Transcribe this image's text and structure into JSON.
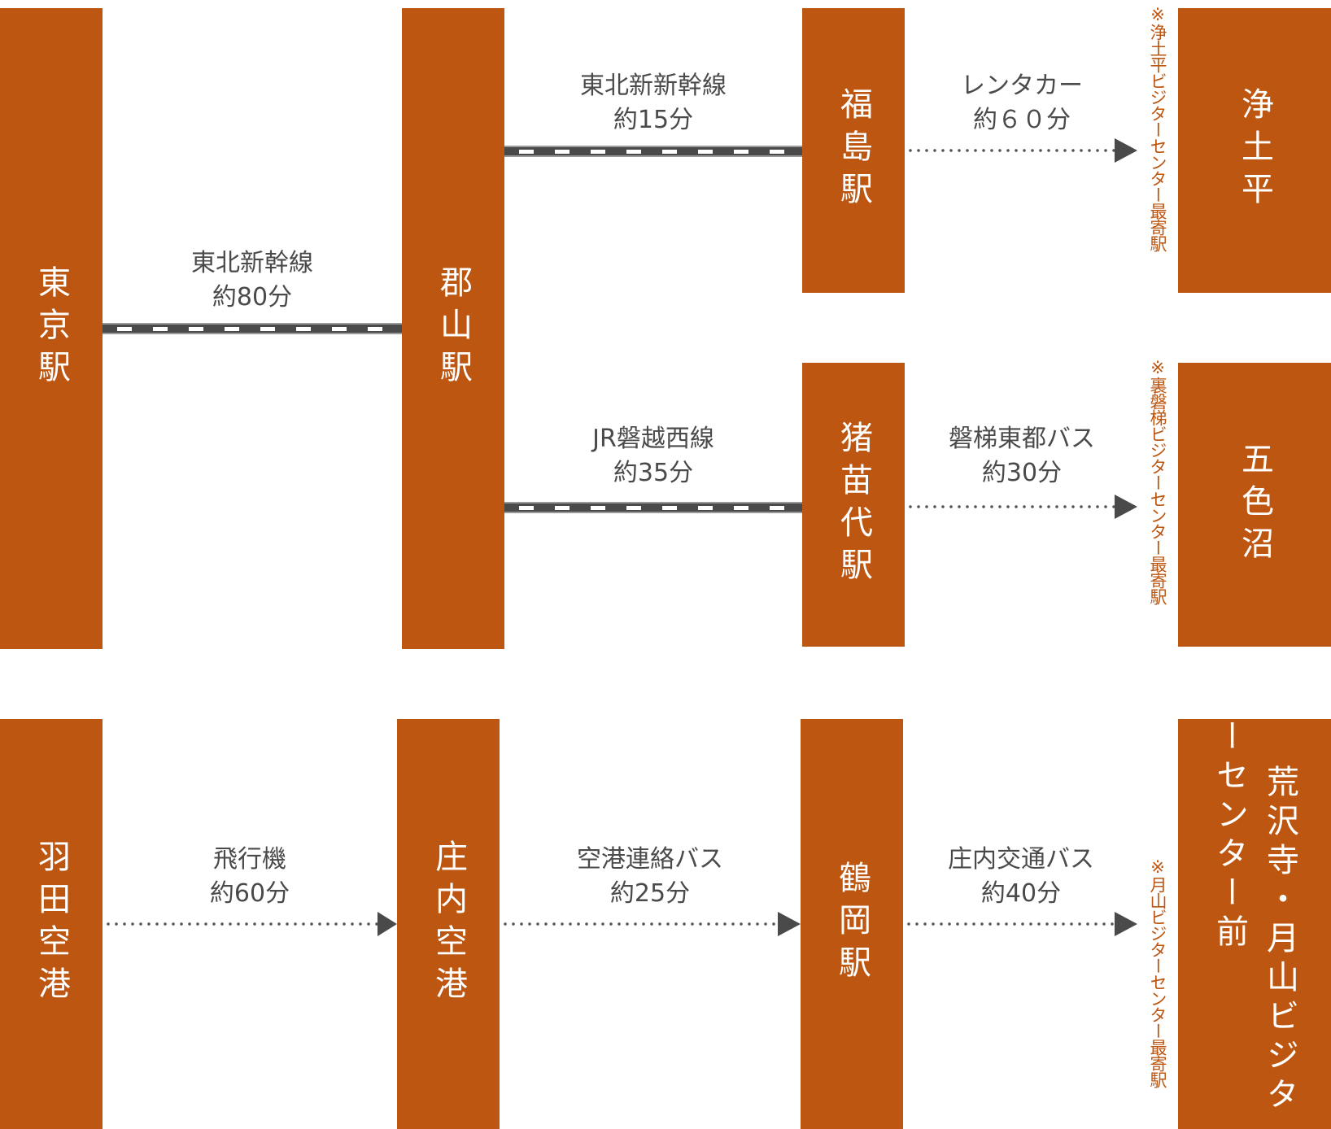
{
  "colors": {
    "box": "#bc5610",
    "line": "#4a4a4a",
    "note": "#bc5610"
  },
  "stations": {
    "tokyo": "東京駅",
    "koriyama": "郡山駅",
    "fukushima": "福島駅",
    "jododaira": "浄土平",
    "inawashiro": "猪苗代駅",
    "goshikinuma": "五色沼",
    "haneda": "羽田空港",
    "shonai": "庄内空港",
    "tsuruoka": "鶴岡駅",
    "gassan_line1": "荒沢寺・月山",
    "gassan_line2": "ビジターセンター前"
  },
  "routes": {
    "tokyo_koriyama": {
      "mode": "東北新幹線",
      "time": "約80分",
      "style": "rail"
    },
    "koriyama_fukushima": {
      "mode": "東北新新幹線",
      "time": "約15分",
      "style": "rail"
    },
    "fukushima_jododaira": {
      "mode": "レンタカー",
      "time": "約６０分",
      "style": "dotted-arrow"
    },
    "koriyama_inawashiro": {
      "mode": "JR磐越西線",
      "time": "約35分",
      "style": "rail"
    },
    "inawashiro_goshikinuma": {
      "mode": "磐梯東都バス",
      "time": "約30分",
      "style": "dotted-arrow"
    },
    "haneda_shonai": {
      "mode": "飛行機",
      "time": "約60分",
      "style": "dotted-arrow"
    },
    "shonai_tsuruoka": {
      "mode": "空港連絡バス",
      "time": "約25分",
      "style": "dotted-arrow"
    },
    "tsuruoka_gassan": {
      "mode": "庄内交通バス",
      "time": "約40分",
      "style": "dotted-arrow"
    }
  },
  "notes": {
    "jododaira": "※浄土平ビジターセンター最寄駅",
    "goshikinuma": "※裏磐梯ビジターセンター最寄駅",
    "gassan": "※月山ビジターセンター最寄駅"
  }
}
